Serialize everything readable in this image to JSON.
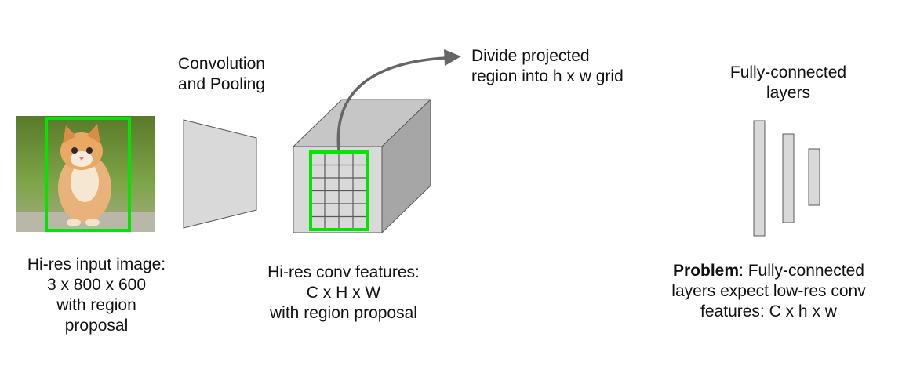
{
  "labels": {
    "conv_pool": [
      "Convolution",
      "and Pooling"
    ],
    "divide": [
      "Divide projected",
      "region into h x w grid"
    ],
    "fc_title": [
      "Fully-connected",
      "layers"
    ],
    "input_caption": [
      "Hi-res input image:",
      "3 x 800 x 600",
      "with region",
      "proposal"
    ],
    "conv_caption": [
      "Hi-res conv features:",
      "C x H x W",
      "with region proposal"
    ],
    "problem": {
      "bold": "Problem",
      "rest": ": Fully-connected",
      "line2": "layers expect low-res conv",
      "line3": "features: C x h x w"
    }
  },
  "grid": {
    "rows": 6,
    "cols": 4
  },
  "colors": {
    "box_fill": "#d9d9d9",
    "box_side": "#a6a6a6",
    "box_top": "#c6c6c6",
    "stroke": "#595959",
    "highlight": "#00e600",
    "arrow": "#666666"
  }
}
